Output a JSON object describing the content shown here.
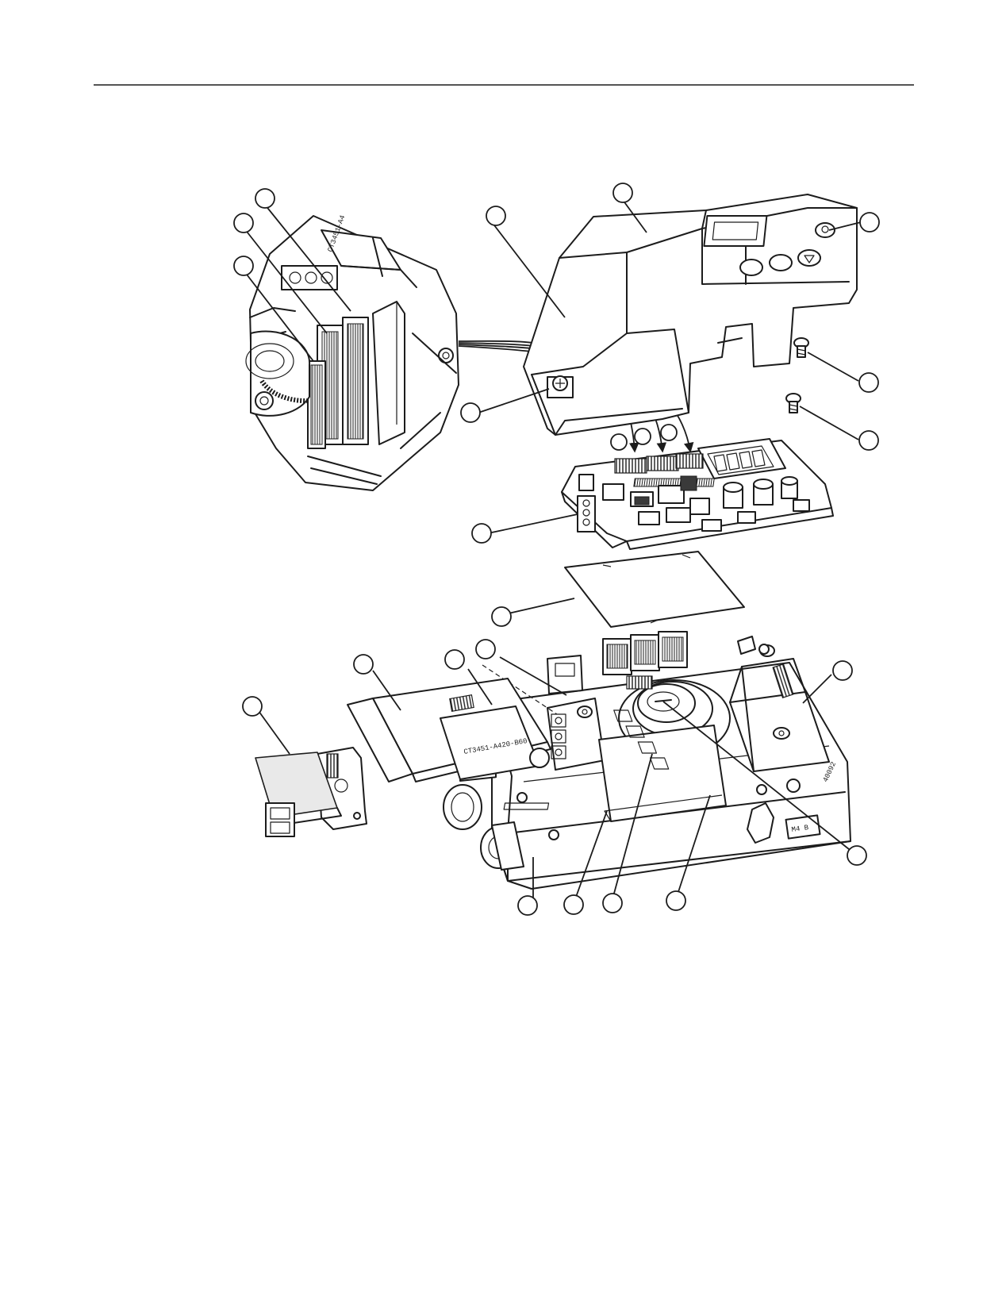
{
  "drawing": {
    "stroke_color": "#1c1c1c",
    "background_color": "#ffffff",
    "inset_label": "CT3451-A4",
    "board_label": "CT3451-A420-B60",
    "gauge_label": "M4 B",
    "gauge_side_label": "40092"
  }
}
